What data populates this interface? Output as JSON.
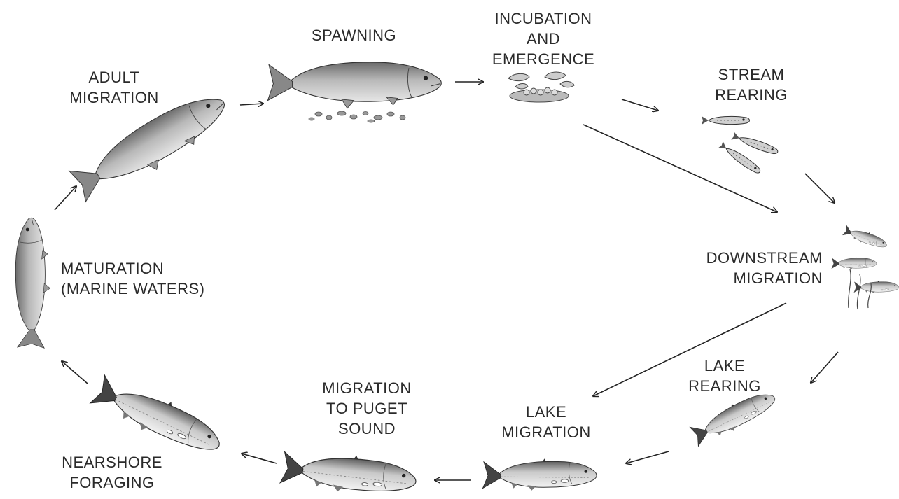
{
  "diagram": {
    "stages": [
      {
        "id": "spawning",
        "lines": [
          "SPAWNING"
        ]
      },
      {
        "id": "incubation",
        "lines": [
          "INCUBATION",
          "AND",
          "EMERGENCE"
        ]
      },
      {
        "id": "stream-rearing",
        "lines": [
          "STREAM",
          "REARING"
        ]
      },
      {
        "id": "downstream-migration",
        "lines": [
          "DOWNSTREAM",
          "MIGRATION"
        ]
      },
      {
        "id": "lake-rearing",
        "lines": [
          "LAKE",
          "REARING"
        ]
      },
      {
        "id": "lake-migration",
        "lines": [
          "LAKE",
          "MIGRATION"
        ]
      },
      {
        "id": "migration-puget-sound",
        "lines": [
          "MIGRATION",
          "TO PUGET",
          "SOUND"
        ]
      },
      {
        "id": "nearshore-foraging",
        "lines": [
          "NEARSHORE",
          "FORAGING"
        ]
      },
      {
        "id": "maturation",
        "lines": [
          "MATURATION",
          "(MARINE WATERS)"
        ]
      },
      {
        "id": "adult-migration",
        "lines": [
          "ADULT",
          "MIGRATION"
        ]
      }
    ],
    "icons": [
      "salmon-icon",
      "eggs-icon",
      "fry-icon",
      "smolt-icon",
      "arrow-icon"
    ],
    "colors": {
      "ink": "#2a2a2a",
      "fish_body": "#bdbdbd",
      "fish_dark": "#555555",
      "background": "#ffffff"
    }
  }
}
